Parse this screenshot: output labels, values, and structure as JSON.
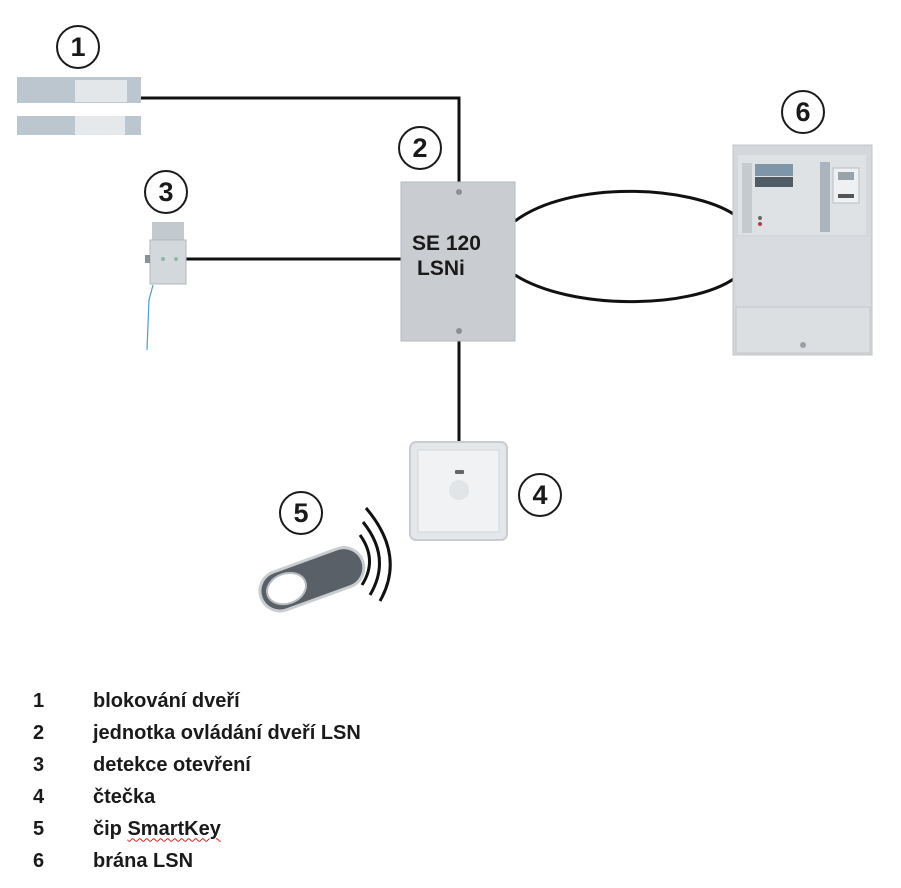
{
  "diagram": {
    "controller_label_line1": "SE 120",
    "controller_label_line2": "LSNi",
    "callouts": [
      "1",
      "2",
      "3",
      "4",
      "5",
      "6"
    ],
    "components": [
      {
        "id": "1",
        "icon": "door-lock-icon"
      },
      {
        "id": "2",
        "icon": "door-control-unit-icon"
      },
      {
        "id": "3",
        "icon": "opening-detector-icon"
      },
      {
        "id": "4",
        "icon": "card-reader-icon"
      },
      {
        "id": "5",
        "icon": "smartkey-fob-icon"
      },
      {
        "id": "6",
        "icon": "lsn-gateway-panel-icon"
      }
    ],
    "colors": {
      "line": "#111111",
      "panel_gray": "#c9ccd0",
      "lock_blue_gray": "#b9c3cc"
    }
  },
  "legend": [
    {
      "num": "1",
      "text": "blokování dveří"
    },
    {
      "num": "2",
      "text": "jednotka ovládání dveří LSN"
    },
    {
      "num": "3",
      "text": "detekce otevření"
    },
    {
      "num": "4",
      "text": "čtečka"
    },
    {
      "num": "5",
      "text_prefix": "čip ",
      "text_flagged": "SmartKey"
    },
    {
      "num": "6",
      "text": "brána LSN"
    }
  ]
}
